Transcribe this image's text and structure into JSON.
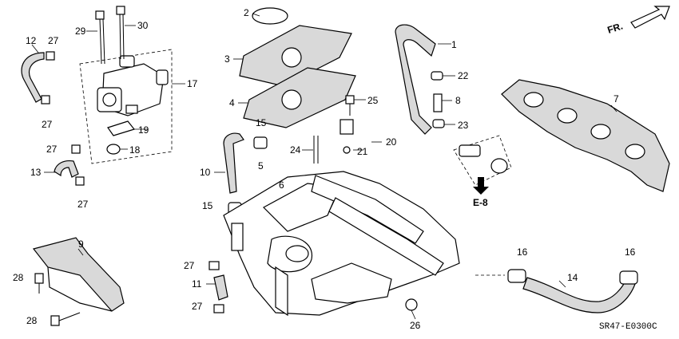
{
  "diagram": {
    "code": "SR47-E0300C",
    "direction_label": "FR.",
    "reference_label": "E-8"
  },
  "callouts": [
    {
      "id": "c1",
      "text": "1"
    },
    {
      "id": "c2",
      "text": "2"
    },
    {
      "id": "c3",
      "text": "3"
    },
    {
      "id": "c4",
      "text": "4"
    },
    {
      "id": "c5",
      "text": "5"
    },
    {
      "id": "c6",
      "text": "6"
    },
    {
      "id": "c7",
      "text": "7"
    },
    {
      "id": "c8",
      "text": "8"
    },
    {
      "id": "c9",
      "text": "9"
    },
    {
      "id": "c10",
      "text": "10"
    },
    {
      "id": "c11",
      "text": "11"
    },
    {
      "id": "c12",
      "text": "12"
    },
    {
      "id": "c13",
      "text": "13"
    },
    {
      "id": "c14",
      "text": "14"
    },
    {
      "id": "c15a",
      "text": "15"
    },
    {
      "id": "c15b",
      "text": "15"
    },
    {
      "id": "c16a",
      "text": "16"
    },
    {
      "id": "c16b",
      "text": "16"
    },
    {
      "id": "c17",
      "text": "17"
    },
    {
      "id": "c18",
      "text": "18"
    },
    {
      "id": "c19",
      "text": "19"
    },
    {
      "id": "c20",
      "text": "20"
    },
    {
      "id": "c21",
      "text": "21"
    },
    {
      "id": "c22",
      "text": "22"
    },
    {
      "id": "c23",
      "text": "23"
    },
    {
      "id": "c24",
      "text": "24"
    },
    {
      "id": "c25",
      "text": "25"
    },
    {
      "id": "c26",
      "text": "26"
    },
    {
      "id": "c27a",
      "text": "27"
    },
    {
      "id": "c27b",
      "text": "27"
    },
    {
      "id": "c27c",
      "text": "27"
    },
    {
      "id": "c27d",
      "text": "27"
    },
    {
      "id": "c27e",
      "text": "27"
    },
    {
      "id": "c27f",
      "text": "27"
    },
    {
      "id": "c28a",
      "text": "28"
    },
    {
      "id": "c28b",
      "text": "28"
    },
    {
      "id": "c29",
      "text": "29"
    },
    {
      "id": "c30",
      "text": "30"
    }
  ]
}
